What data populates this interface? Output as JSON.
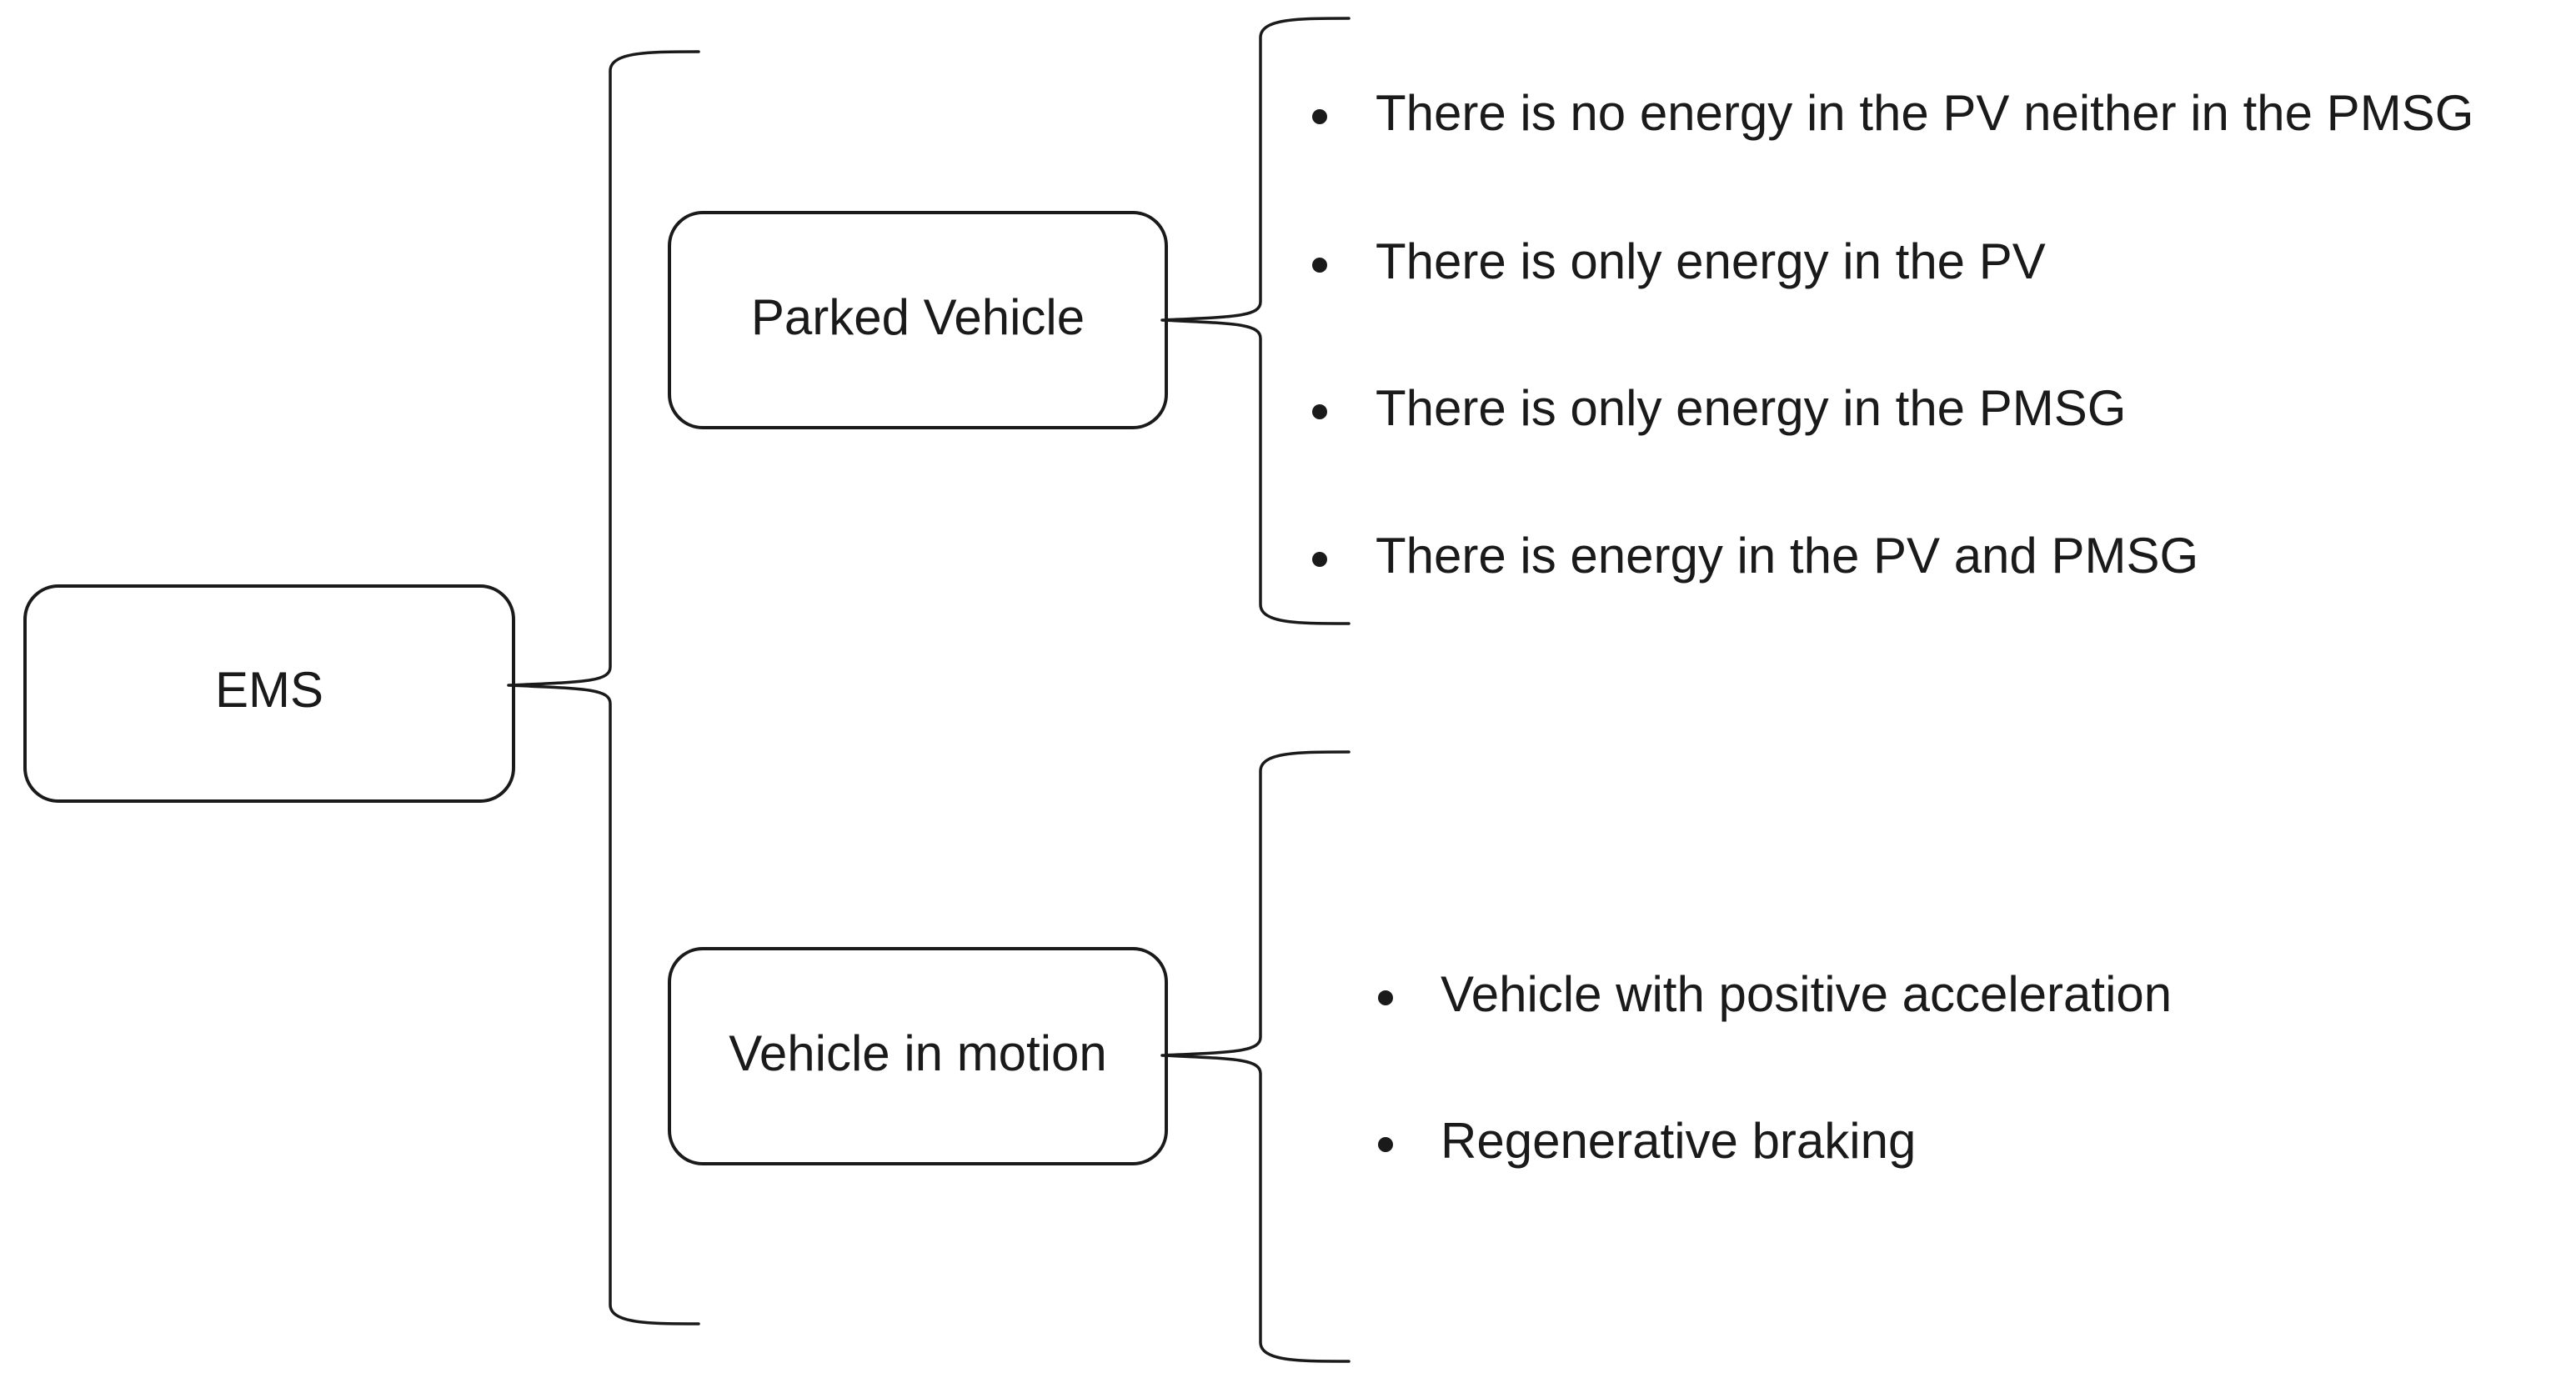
{
  "root": {
    "label": "EMS"
  },
  "branches": [
    {
      "label": "Parked Vehicle",
      "items": [
        "There is no energy in the PV neither in the PMSG",
        "There is only energy in the PV",
        "There is only energy in the PMSG",
        "There is energy in the PV and PMSG"
      ]
    },
    {
      "label": "Vehicle in motion",
      "items": [
        "Vehicle with positive acceleration",
        "Regenerative braking"
      ]
    }
  ]
}
